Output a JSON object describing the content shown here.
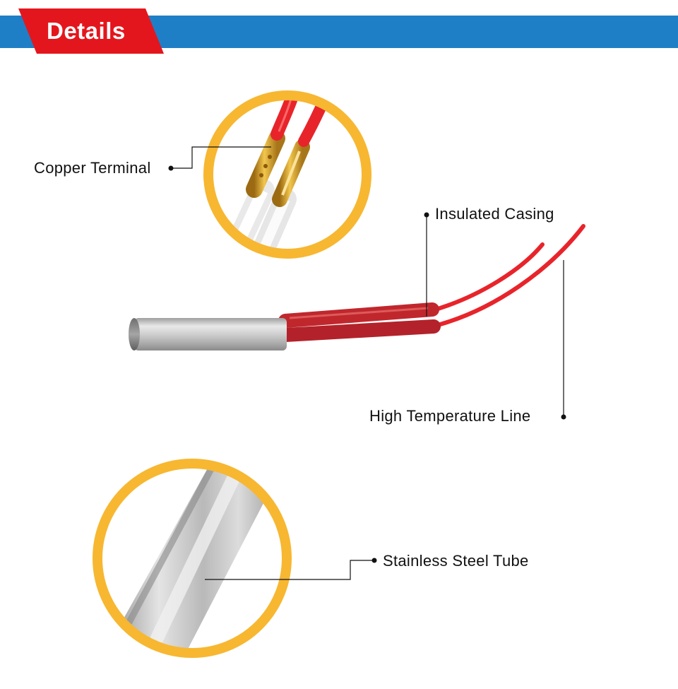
{
  "banner": {
    "title": "Details",
    "bar_color": "#1f7fc6",
    "tag_color": "#e4161d"
  },
  "callouts": {
    "copper_terminal": "Copper Terminal",
    "insulated_casing": "Insulated Casing",
    "high_temperature_line": "High Temperature Line",
    "stainless_steel_tube": "Stainless Steel Tube"
  },
  "colors": {
    "ring": "#f7b731",
    "wire": "#e8242b",
    "casing": "#c0272d",
    "copper": "#d8a22a",
    "steel": "#c9c9c9"
  }
}
